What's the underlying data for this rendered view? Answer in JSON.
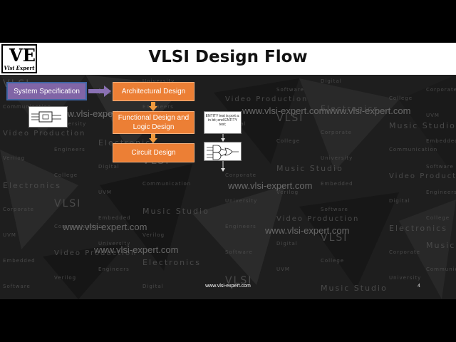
{
  "header": {
    "title": "VLSI Design Flow",
    "logo": {
      "initials": "VE",
      "tagline": "Vlsi Expert"
    }
  },
  "flow": {
    "spec": "System Specification",
    "steps": [
      "Architectural Design",
      "Functional Design and Logic Design",
      "Circuit Design"
    ]
  },
  "rtl_sample": "ENTITY test is port a: in bit; end ENTITY test;",
  "watermark": {
    "url": "www.vlsi-expert.com",
    "words": [
      "VLSI",
      "University",
      "Digital",
      "Music Studio",
      "Software",
      "Corporate",
      "Video Production",
      "College",
      "Embedded",
      "Electronics",
      "Communication",
      "Engineers",
      "UVM",
      "Verilog"
    ]
  },
  "footer": {
    "url": "www.vlsi-expert.com",
    "page": "4"
  },
  "colors": {
    "accent_orange": "#ec7f35",
    "spec_purple": "#8065a6",
    "arrow_orange": "#f09a3e",
    "arrow_purple": "#8a71b4"
  }
}
